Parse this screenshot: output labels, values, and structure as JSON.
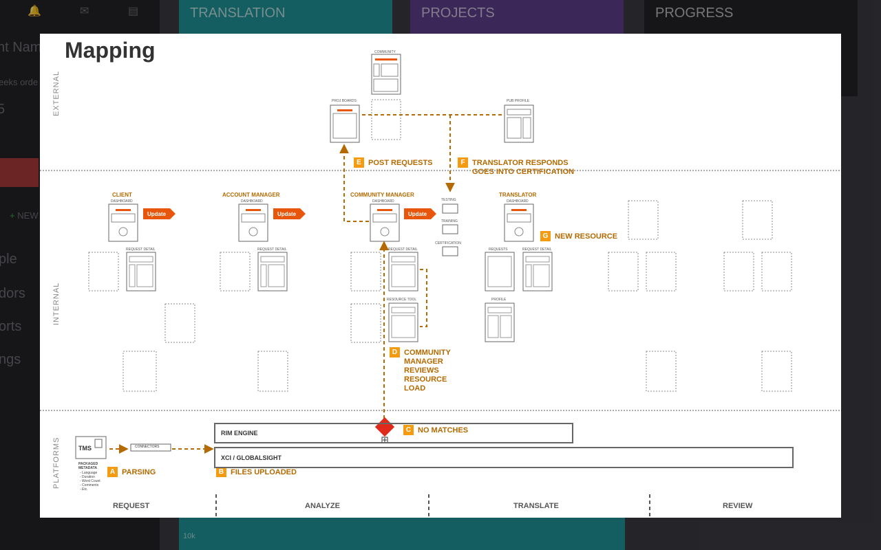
{
  "background": {
    "sidebar_fragments": [
      "nt Nam",
      "eeks orde",
      "5",
      "NEW",
      "ple",
      "dors",
      "orts",
      "ngs"
    ],
    "tiles": {
      "translation": "TRANSLATION",
      "projects": "PROJECTS",
      "progress": "PROGRESS"
    },
    "bottom_axis": "10k"
  },
  "diagram": {
    "title": "Mapping",
    "zones": {
      "external": "EXTERNAL",
      "internal": "INTERNAL",
      "platforms": "PLATFORMS"
    },
    "external_screens": {
      "community": "COMMUNITY",
      "proj_boards": "PROJ BOARDS",
      "pub_profile": "PUB PROFILE"
    },
    "roles": {
      "client": "CLIENT",
      "account_manager": "ACCOUNT MANAGER",
      "community_manager": "COMMUNITY MANAGER",
      "translator": "TRANSLATOR"
    },
    "screen_labels": {
      "dashboard": "DASHBOARD",
      "request_detail": "REQUEST DETAIL",
      "resource_tool": "RESOURCE TOOL",
      "requests": "REQUESTS",
      "profile": "PROFILE",
      "testing": "TESTING",
      "training": "TRAINING",
      "certification": "CERTIFICATION"
    },
    "update_label": "Update",
    "steps": {
      "a": {
        "letter": "A",
        "text": "PARSING"
      },
      "b": {
        "letter": "B",
        "text": "FILES UPLOADED"
      },
      "c": {
        "letter": "C",
        "text": "NO MATCHES"
      },
      "d": {
        "letter": "D",
        "text": "COMMUNITY MANAGER REVIEWS RESOURCE LOAD"
      },
      "e": {
        "letter": "E",
        "text": "POST REQUESTS"
      },
      "f": {
        "letter": "F",
        "text": "TRANSLATOR RESPONDS GOES INTO CERTIFICATION"
      },
      "g": {
        "letter": "G",
        "text": "NEW RESOURCE"
      }
    },
    "platforms": {
      "tms": "TMS",
      "connectors": "CONNECTORS",
      "rim_engine": "RIM ENGINE",
      "xci": "XCI / GLOBALSIGHT",
      "packaged_metadata": "PACKAGED METADATA",
      "metadata_items": [
        "- Language",
        "- Duration",
        "- Word Count",
        "- Comments",
        "- Etc."
      ]
    },
    "columns": [
      "REQUEST",
      "ANALYZE",
      "TRANSLATE",
      "REVIEW"
    ],
    "colors": {
      "accent": "#b46a00",
      "badge": "#f59b12",
      "update": "#e8560c",
      "decision": "#e02a1b"
    }
  }
}
